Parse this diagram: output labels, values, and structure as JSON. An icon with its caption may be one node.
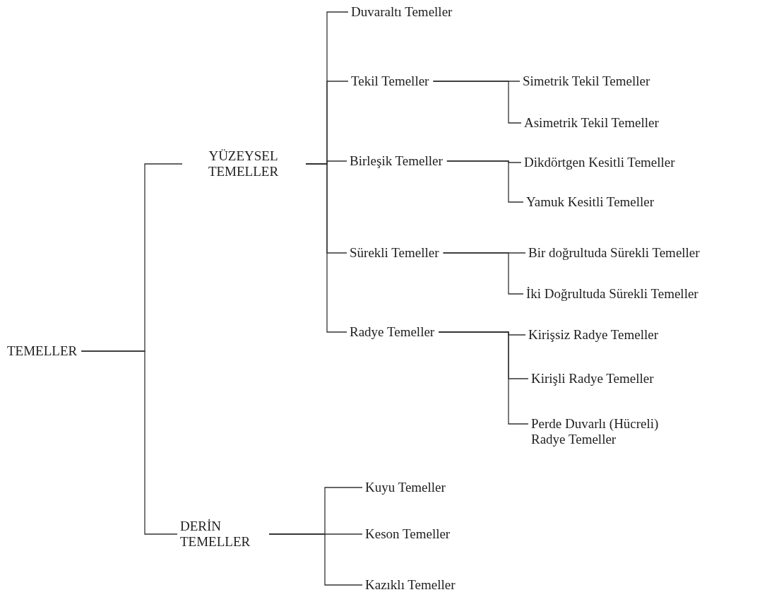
{
  "diagram": {
    "nodes": [
      {
        "text": [
          "TEMELLER"
        ]
      },
      {
        "text": [
          "YÜZEYSEL TEMELLER"
        ]
      },
      {
        "text": [
          "DERİN TEMELLER"
        ]
      },
      {
        "text": [
          "Duvaraltı Temeller"
        ]
      },
      {
        "text": [
          "Tekil Temeller"
        ]
      },
      {
        "text": [
          "Simetrik Tekil Temeller"
        ]
      },
      {
        "text": [
          "Asimetrik Tekil Temeller"
        ]
      },
      {
        "text": [
          "Birleşik Temeller"
        ]
      },
      {
        "text": [
          "Dikdörtgen Kesitli Temeller"
        ]
      },
      {
        "text": [
          "Yamuk Kesitli Temeller"
        ]
      },
      {
        "text": [
          "Sürekli Temeller"
        ]
      },
      {
        "text": [
          "Bir doğrultuda Sürekli Temeller"
        ]
      },
      {
        "text": [
          "İki Doğrultuda Sürekli Temeller"
        ]
      },
      {
        "text": [
          "Radye Temeller"
        ]
      },
      {
        "text": [
          "Kirişsiz Radye Temeller"
        ]
      },
      {
        "text": [
          "Kirişli Radye Temeller"
        ]
      },
      {
        "text": [
          "Perde Duvarlı (Hücreli) Radye Temeller"
        ]
      },
      {
        "text": [
          "Kuyu Temeller"
        ]
      },
      {
        "text": [
          "Keson Temeller"
        ]
      },
      {
        "text": [
          "Kazıklı Temeller"
        ]
      }
    ],
    "edges": [
      {
        "from": 0,
        "to": 1,
        "arrow": "none"
      },
      {
        "from": 0,
        "to": 2,
        "arrow": "none"
      },
      {
        "from": 1,
        "to": 3,
        "arrow": "none"
      },
      {
        "from": 1,
        "to": 4,
        "arrow": "none"
      },
      {
        "from": 1,
        "to": 7,
        "arrow": "none"
      },
      {
        "from": 1,
        "to": 10,
        "arrow": "none"
      },
      {
        "from": 1,
        "to": 13,
        "arrow": "none"
      },
      {
        "from": 4,
        "to": 5,
        "arrow": "none"
      },
      {
        "from": 4,
        "to": 6,
        "arrow": "none"
      },
      {
        "from": 7,
        "to": 8,
        "arrow": "none"
      },
      {
        "from": 7,
        "to": 9,
        "arrow": "none"
      },
      {
        "from": 10,
        "to": 11,
        "arrow": "none"
      },
      {
        "from": 10,
        "to": 12,
        "arrow": "none"
      },
      {
        "from": 13,
        "to": 14,
        "arrow": "none"
      },
      {
        "from": 13,
        "to": 15,
        "arrow": "none"
      },
      {
        "from": 13,
        "to": 16,
        "arrow": "none"
      },
      {
        "from": 2,
        "to": 17,
        "arrow": "none"
      },
      {
        "from": 2,
        "to": 18,
        "arrow": "none"
      },
      {
        "from": 2,
        "to": 19,
        "arrow": "none"
      }
    ]
  }
}
